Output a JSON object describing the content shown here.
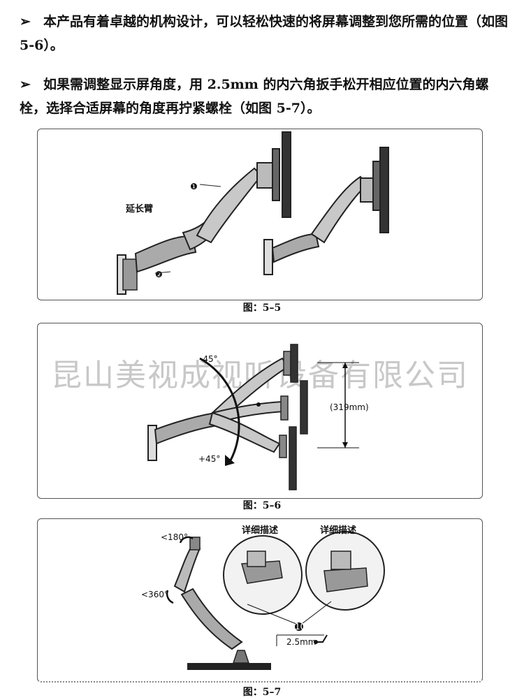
{
  "paragraphs": [
    {
      "bullet": "➢",
      "text": "本产品有着卓越的机构设计，可以轻松快速的将屏幕调整到您所需的位置（如图 5-6）。"
    },
    {
      "bullet": "➢",
      "text": "如果需调整显示屏角度，用 2.5mm 的内六角扳手松开相应位置的内六角螺栓，选择合适屏幕的角度再拧紧螺栓（如图 5-7）。"
    }
  ],
  "figures": {
    "fig55": {
      "caption": "图：5–5",
      "label_extension_arm": "延长臂",
      "callout_1": "❶",
      "callout_2": "❷"
    },
    "fig56": {
      "caption": "图：5–6",
      "watermark": "昆山美视成视听设备有限公司",
      "angle_top": "-45°",
      "angle_bottom": "+45°",
      "height_range": "(319mm)"
    },
    "fig57": {
      "caption": "图：5–7",
      "angle_180": "<180°",
      "angle_360": "<360°",
      "detail_left": "详细描述",
      "detail_right": "详细描述",
      "callout_10": "10",
      "wrench_size": "2.5mm"
    }
  }
}
